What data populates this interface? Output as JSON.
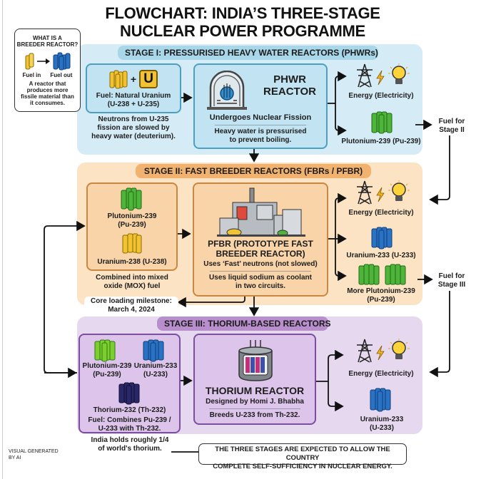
{
  "title": {
    "line1": "FLOWCHART: INDIA’S THREE-STAGE",
    "line2": "NUCLEAR POWER PROGRAMME"
  },
  "breeder_box": {
    "heading_line1": "WHAT IS A",
    "heading_line2": "BREEDER REACTOR?",
    "fuel_in": "Fuel in",
    "fuel_out": "Fuel out",
    "desc_lines": [
      "A reactor that",
      "produces more",
      "fissile material than",
      "it consumes."
    ]
  },
  "stage1": {
    "banner": "STAGE I: PRESSURISED HEAVY WATER REACTORS (PHWRs)",
    "fuel": {
      "chip_letter": "U",
      "plus": "+",
      "label_line1": "Fuel: Natural Uranium",
      "label_line2": "(U-238 + U-235)",
      "note_lines": [
        "Neutrons from U-235",
        "fission are slowed by",
        "heavy water (deuterium)."
      ]
    },
    "reactor": {
      "title_line1": "PHWR",
      "title_line2": "REACTOR",
      "line1": "Undergoes Nuclear Fission",
      "line2a": "Heavy water is pressurised",
      "line2b": "to prevent boiling."
    },
    "outputs": {
      "energy": "Energy (Electricity)",
      "product": "Plutonium-239 (Pu-239)"
    },
    "fuel_for_line1": "Fuel for",
    "fuel_for_line2": "Stage II"
  },
  "stage2": {
    "banner": "STAGE II: FAST BREEDER REACTORS (FBRs / PFBR)",
    "fuel": {
      "pu_line1": "Plutonium-239",
      "pu_line2": "(Pu-239)",
      "u_label": "Uranium-238 (U-238)",
      "note_line1": "Combined into mixed",
      "note_line2": "oxide (MOX) fuel"
    },
    "reactor": {
      "title_line1": "PFBR (PROTOTYPE FAST",
      "title_line2": "BREEDER REACTOR)",
      "line1": "Uses ‘Fast’ neutrons (not slowed)",
      "line2a": "Uses liquid sodium as coolant",
      "line2b": "in two circuits."
    },
    "milestone_line1": "Core loading milestone:",
    "milestone_line2": "March 4, 2024",
    "outputs": {
      "energy": "Energy (Electricity)",
      "u233": "Uranium-233 (U-233)",
      "more_pu_line1": "More Plutonium-239",
      "more_pu_line2": "(Pu-239)"
    },
    "fuel_for_line1": "Fuel for",
    "fuel_for_line2": "Stage III"
  },
  "stage3": {
    "banner": "STAGE III: THORIUM-BASED REACTORS",
    "fuel": {
      "pu_line1": "Plutonium-239",
      "pu_line2": "(Pu-239)",
      "u_line1": "Uranium-233",
      "u_line2": "(U-233)",
      "th_label": "Thorium-232 (Th-232)",
      "combo_line1": "Fuel: Combines Pu-239 /",
      "combo_line2": "U-233 with Th-232.",
      "note_line1": "India holds roughly 1/4",
      "note_line2": "of world's thorium."
    },
    "reactor": {
      "title": "THORIUM REACTOR",
      "line1": "Designed by Homi J. Bhabha",
      "line2": "Breeds U-233 from Th-232."
    },
    "outputs": {
      "energy": "Energy (Electricity)",
      "u_line1": "Uranium-233",
      "u_line2": "(U-233)"
    }
  },
  "conclusion": {
    "line1": "THE THREE STAGES ARE EXPECTED TO ALLOW THE COUNTRY",
    "line2": "COMPLETE SELF-SUFFICIENCY IN NUCLEAR ENERGY."
  },
  "credit": {
    "line1": "VISUAL GENERATED",
    "line2": "BY AI"
  },
  "colors": {
    "stage1_bg": "#d5ebf6",
    "stage2_bg": "#fbe3c4",
    "stage3_bg": "#e6d9ef",
    "uranium_yellow": "#f1c232",
    "plutonium_green": "#4fb53a",
    "u233_blue": "#2a72c4",
    "thorium_indigo": "#2a2868"
  }
}
